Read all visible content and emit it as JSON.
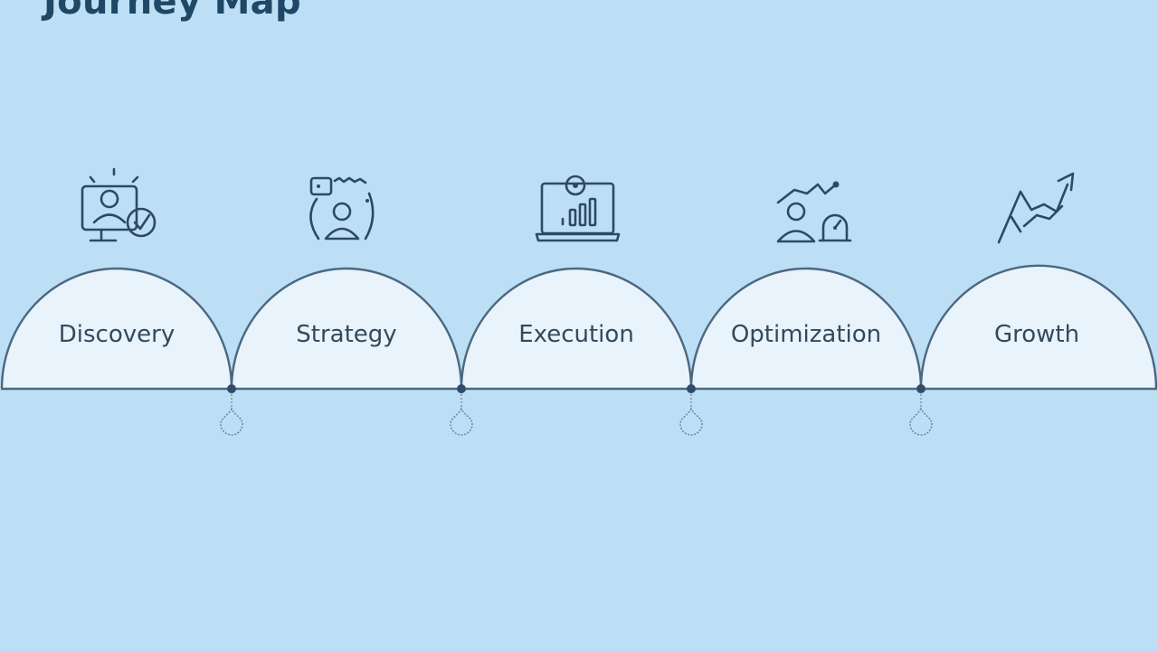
{
  "title": "Journey Map",
  "stages": [
    {
      "label": "Discovery",
      "icon": "monitor-person-check-icon"
    },
    {
      "label": "Strategy",
      "icon": "person-planning-icon"
    },
    {
      "label": "Execution",
      "icon": "laptop-bar-chart-icon"
    },
    {
      "label": "Optimization",
      "icon": "person-trend-gauge-icon"
    },
    {
      "label": "Growth",
      "icon": "growth-arrow-icon"
    }
  ],
  "colors": {
    "background": "#bddff5",
    "dome_fill": "#e9f3fb",
    "dome_stroke": "#4b6880",
    "icon_stroke": "#2d4a64",
    "title": "#1f4766"
  }
}
